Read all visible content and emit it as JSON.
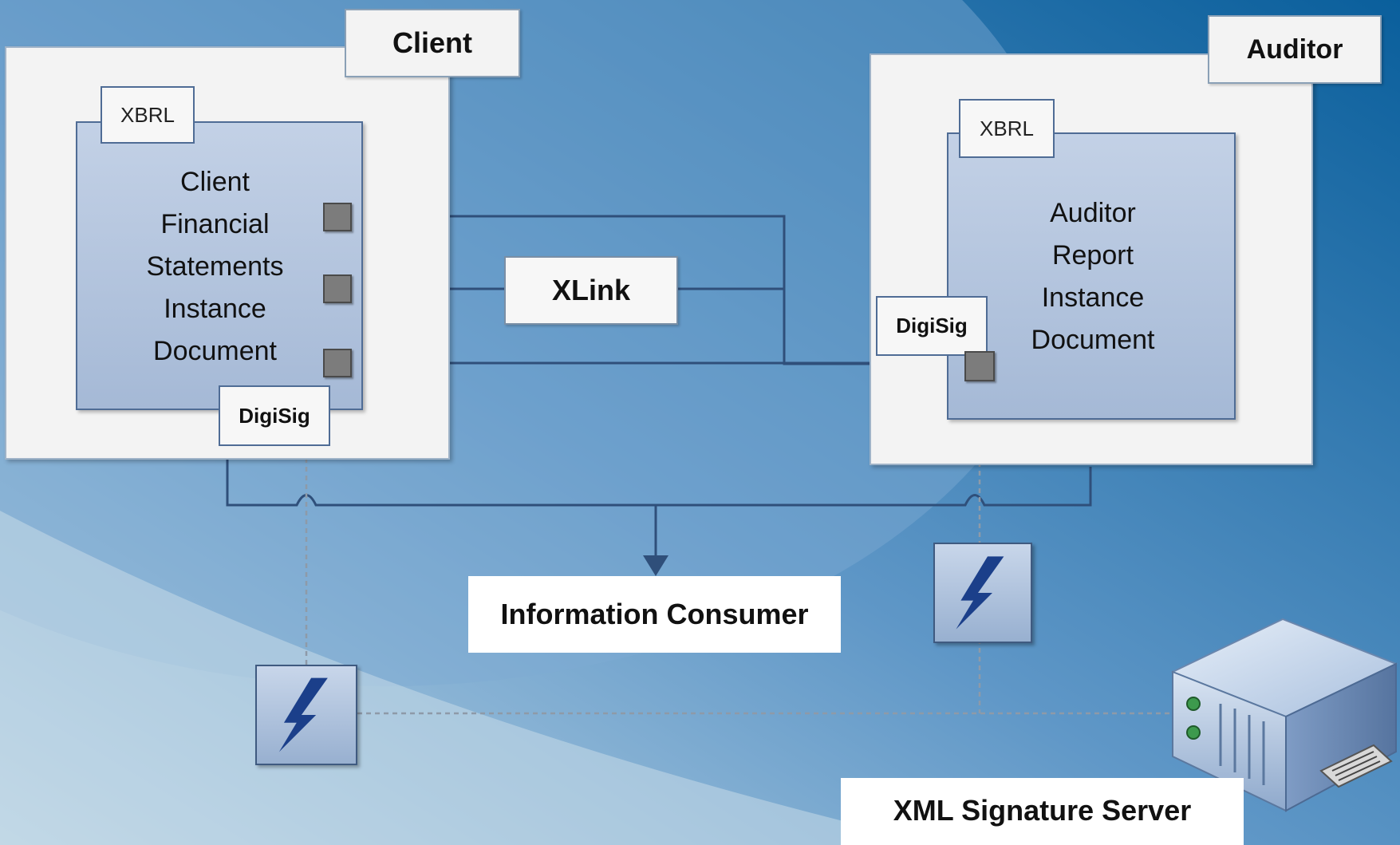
{
  "client": {
    "title": "Client",
    "xbrl_tag": "XBRL",
    "document_lines": [
      "Client",
      "Financial",
      "Statements",
      "Instance",
      "Document"
    ],
    "digisig_tag": "DigiSig"
  },
  "auditor": {
    "title": "Auditor",
    "xbrl_tag": "XBRL",
    "document_lines": [
      "Auditor",
      "Report",
      "Instance",
      "Document"
    ],
    "digisig_tag": "DigiSig"
  },
  "xlink": {
    "label": "XLink"
  },
  "information_consumer": {
    "label": "Information Consumer"
  },
  "xml_signature_server": {
    "label": "XML Signature Server"
  },
  "colors": {
    "background_dark": "#1a6fae",
    "background_light": "#c9dde9",
    "document_fill": "#b3c5df",
    "line": "#2f4f7a",
    "port": "#7c7c7c"
  },
  "icons": [
    "lightning-bolt-icon",
    "lightning-bolt-icon",
    "server-icon"
  ]
}
